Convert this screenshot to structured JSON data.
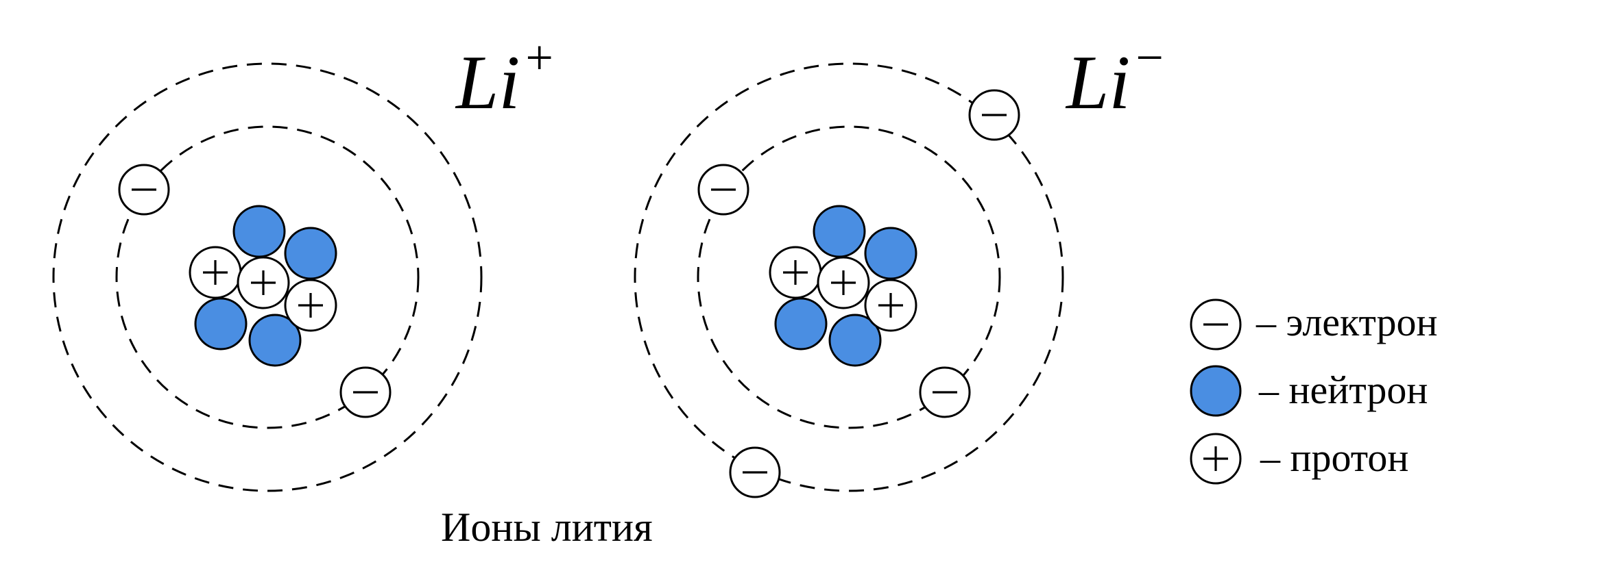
{
  "caption": "Ионы лития",
  "ions": [
    {
      "symbol": "Li",
      "charge": "+"
    },
    {
      "symbol": "Li",
      "charge": "−"
    }
  ],
  "legend": {
    "electron": "– электрон",
    "neutron": "– нейтрон",
    "proton": "– протон"
  },
  "colors": {
    "neutron": "#4a8ee2",
    "electron": "#ffffff",
    "proton": "#ffffff",
    "outline": "#000000"
  }
}
